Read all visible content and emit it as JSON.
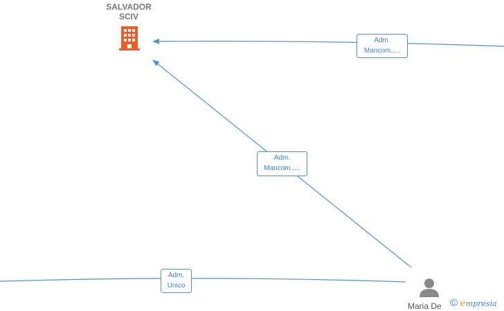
{
  "company": {
    "name_line1": "SALVADOR",
    "name_line2": "SCIV",
    "icon": "building-icon",
    "icon_color": "#f05a28"
  },
  "edges": [
    {
      "line1": "Adm.",
      "line2": "Mancom.,..."
    },
    {
      "line1": "Adm.",
      "line2": "Mancom.,..."
    },
    {
      "line1": "Adm.",
      "line2": "Unico"
    }
  ],
  "person": {
    "name": "Maria De",
    "icon": "person-icon"
  },
  "footer": {
    "copyright": "©",
    "brand_initial": "e",
    "brand_rest": "mpresia"
  },
  "colors": {
    "edge": "#4a90d9",
    "label_text": "#3a7fd0",
    "person_icon": "#8a8a8a"
  }
}
